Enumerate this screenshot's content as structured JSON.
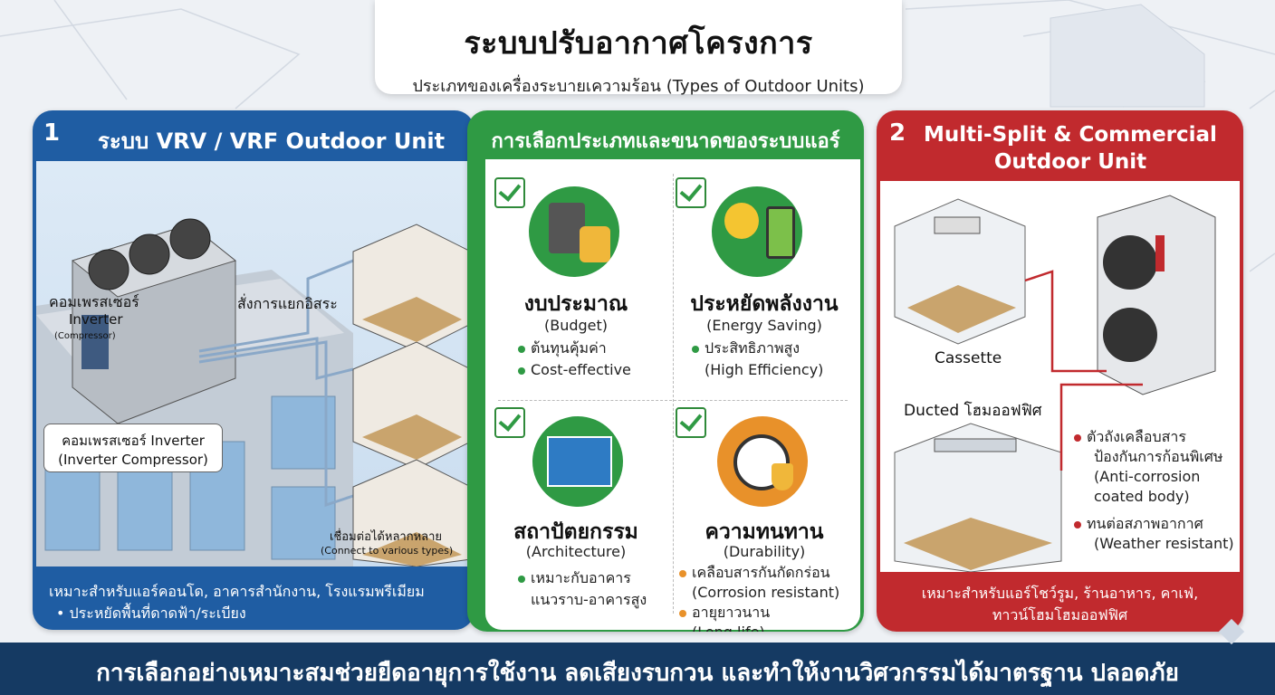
{
  "header": {
    "title": "ระบบปรับอากาศโครงการ",
    "subtitle": "ประเภทของเครื่องระบายเความร้อน (Types of Outdoor Units)"
  },
  "panel_vrv": {
    "number": "1",
    "title": "ระบบ VRV / VRF Outdoor Unit",
    "label_compressor_th": "คอมเพรสเซอร์",
    "label_compressor_en": "Inverter",
    "label_compressor_small": "(Compressor)",
    "label_control": "สั่งการแยกอิสระ",
    "tag_line1": "คอมเพรสเซอร์ Inverter",
    "tag_line2": "(Inverter Compressor)",
    "connect_th": "เชื่อมต่อได้หลากหลาย",
    "connect_en": "(Connect to various types)",
    "footer_line1": "เหมาะสำหรับแอร์คอนโด, อาคารสำนักงาน, โรงแรมพรีเมียม",
    "footer_line2": "• ประหยัดพื้นที่ดาดฟ้า/ระเบียง"
  },
  "panel_select": {
    "title": "การเลือกประเภทและขนาดของระบบแอร์",
    "cards": [
      {
        "title": "งบประมาณ",
        "sub": "(Budget)",
        "b1": "ต้นทุนคุ้มค่า",
        "b2": "Cost-effective",
        "icon": "calculator-coins-icon"
      },
      {
        "title": "ประหยัดพลังงาน",
        "sub": "(Energy Saving)",
        "b1": "ประสิทธิภาพสูง",
        "b2": "(High Efficiency)",
        "icon": "lightbulb-battery-icon"
      },
      {
        "title": "สถาปัตยกรรม",
        "sub": "(Architecture)",
        "b1": "เหมาะกับอาคาร",
        "b2": "แนวราบ-อาคารสูง",
        "icon": "blueprint-icon"
      },
      {
        "title": "ความทนทาน",
        "sub": "(Durability)",
        "b1": "เคลือบสารกันกัดกร่อน",
        "b2": "(Corrosion resistant)",
        "b3": "อายุยาวนาน",
        "b4": "(Long life)",
        "icon": "stopwatch-shield-icon"
      }
    ]
  },
  "panel_multi": {
    "number": "2",
    "title_line1": "Multi-Split & Commercial",
    "title_line2": "Outdoor Unit",
    "label_cassette": "Cassette",
    "label_ducted": "Ducted โฮมออฟฟิศ",
    "b1_line1": "ตัวถังเคลือบสาร",
    "b1_line2": "ป้องกันการก้อนพิเศษ",
    "b1_line3": "(Anti-corrosion",
    "b1_line4": "coated body)",
    "b2_line1": "ทนต่อสภาพอากาศ",
    "b2_line2": "(Weather resistant)",
    "footer_line1": "เหมาะสำหรับแอร์โชว์รูม, ร้านอาหาร, คาเฟ่,",
    "footer_line2": "ทาวน์โฮมโฮมออฟฟิศ"
  },
  "footer": {
    "text": "การเลือกอย่างเหมาะสมช่วยยืดอายุการใช้งาน ลดเสียงรบกวน และทำให้งานวิศวกรรมได้มาตรฐาน ปลอดภัย"
  },
  "colors": {
    "blue": "#1f5da3",
    "green": "#2f9a44",
    "red": "#c12a2e",
    "navy": "#153a63",
    "orange": "#e8912a"
  }
}
